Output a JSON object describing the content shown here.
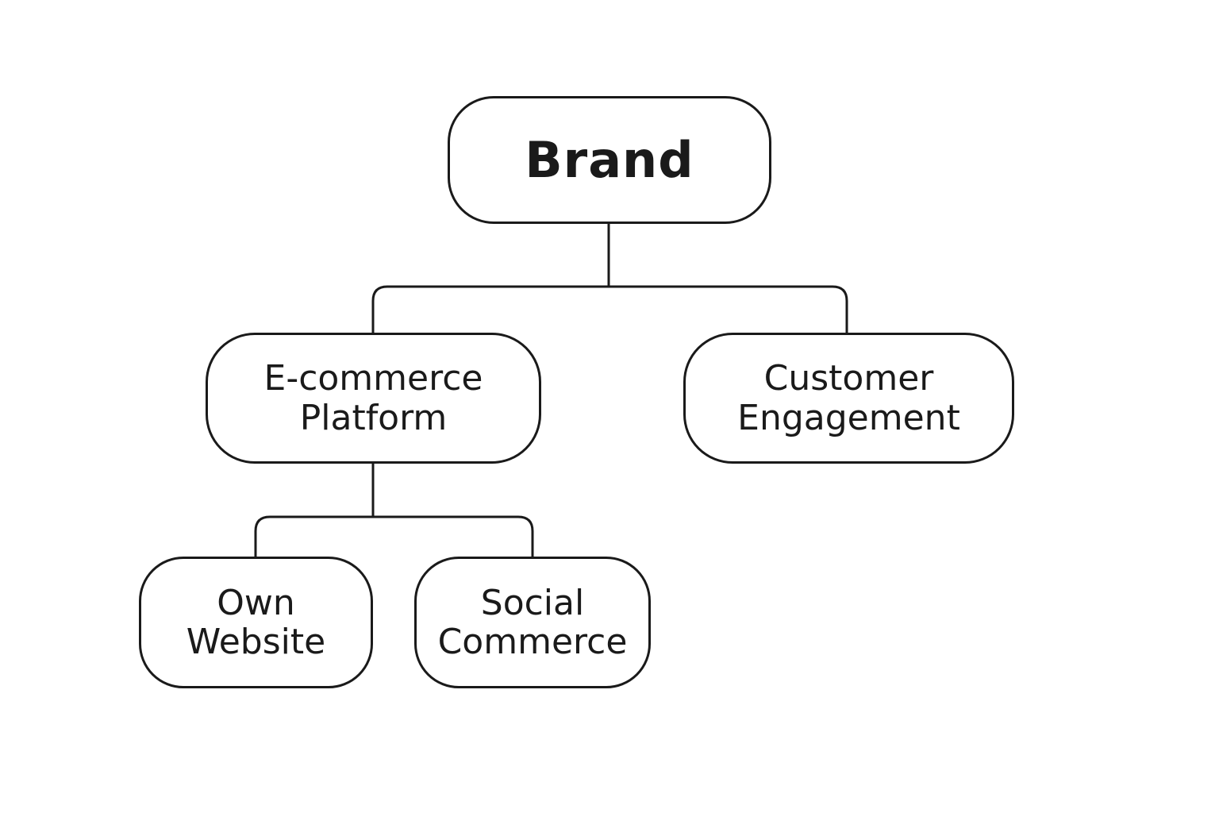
{
  "diagram": {
    "type": "org-chart",
    "line_color": "#1a1a1a",
    "background": "#ffffff",
    "nodes": {
      "brand": {
        "lines": [
          "Brand"
        ]
      },
      "ecommerce": {
        "lines": [
          "E-commerce",
          "Platform"
        ]
      },
      "customer": {
        "lines": [
          "Customer",
          "Engagement"
        ]
      },
      "own_website": {
        "lines": [
          "Own",
          "Website"
        ]
      },
      "social_commerce": {
        "lines": [
          "Social",
          "Commerce"
        ]
      }
    },
    "edges": [
      {
        "from": "brand",
        "to": "ecommerce"
      },
      {
        "from": "brand",
        "to": "customer"
      },
      {
        "from": "ecommerce",
        "to": "own_website"
      },
      {
        "from": "ecommerce",
        "to": "social_commerce"
      }
    ]
  }
}
